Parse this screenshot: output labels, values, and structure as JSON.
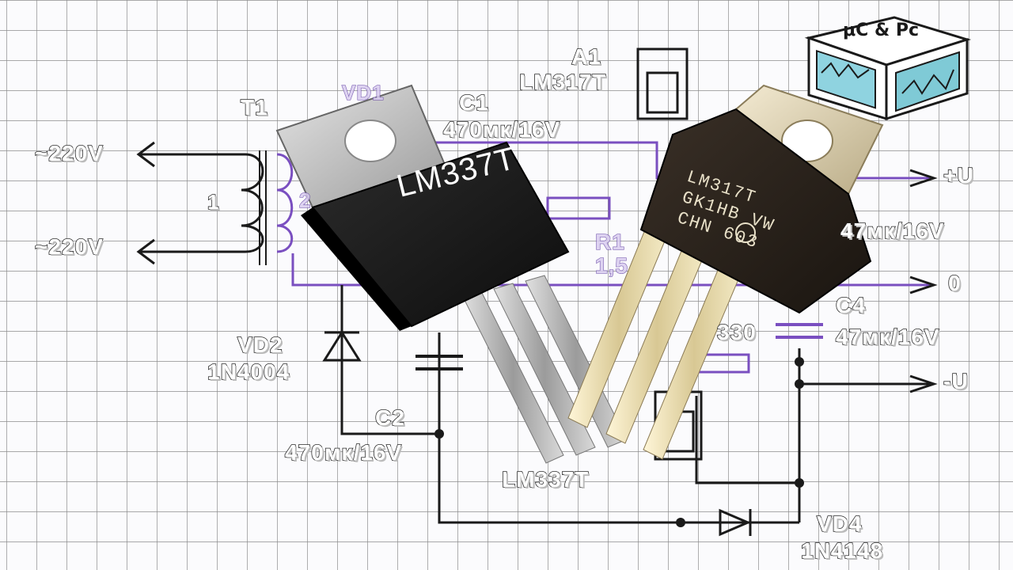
{
  "logo": {
    "text": "μC & Pc"
  },
  "chips": {
    "left": {
      "marking": "LM337T"
    },
    "right": {
      "line1": "LM317T",
      "line2": "GK1HB VW",
      "line3": "CHN 603"
    }
  },
  "schematic": {
    "t1": "T1",
    "mains_top": "~220V",
    "mains_bottom": "~220V",
    "winding1": "1",
    "winding2": "2",
    "vd1": "VD1",
    "c1_name": "C1",
    "c1_value": "470мк/16V",
    "a1_name": "A1",
    "a1_part": "LM317T",
    "vd2_name": "VD2",
    "vd2_part": "1N4004",
    "c2_name": "C2",
    "c2_value": "470мк/16V",
    "r1_name": "R1",
    "r1_value": "1,5",
    "a2_part": "LM337T",
    "out_plus": "+U",
    "out_zero": "0",
    "out_minus": "-U",
    "c3_value": "47мк/16V",
    "c4_name": "C4",
    "c4_value": "47мк/16V",
    "r_value": "330",
    "vd4_name": "VD4",
    "vd4_part": "1N4148"
  }
}
